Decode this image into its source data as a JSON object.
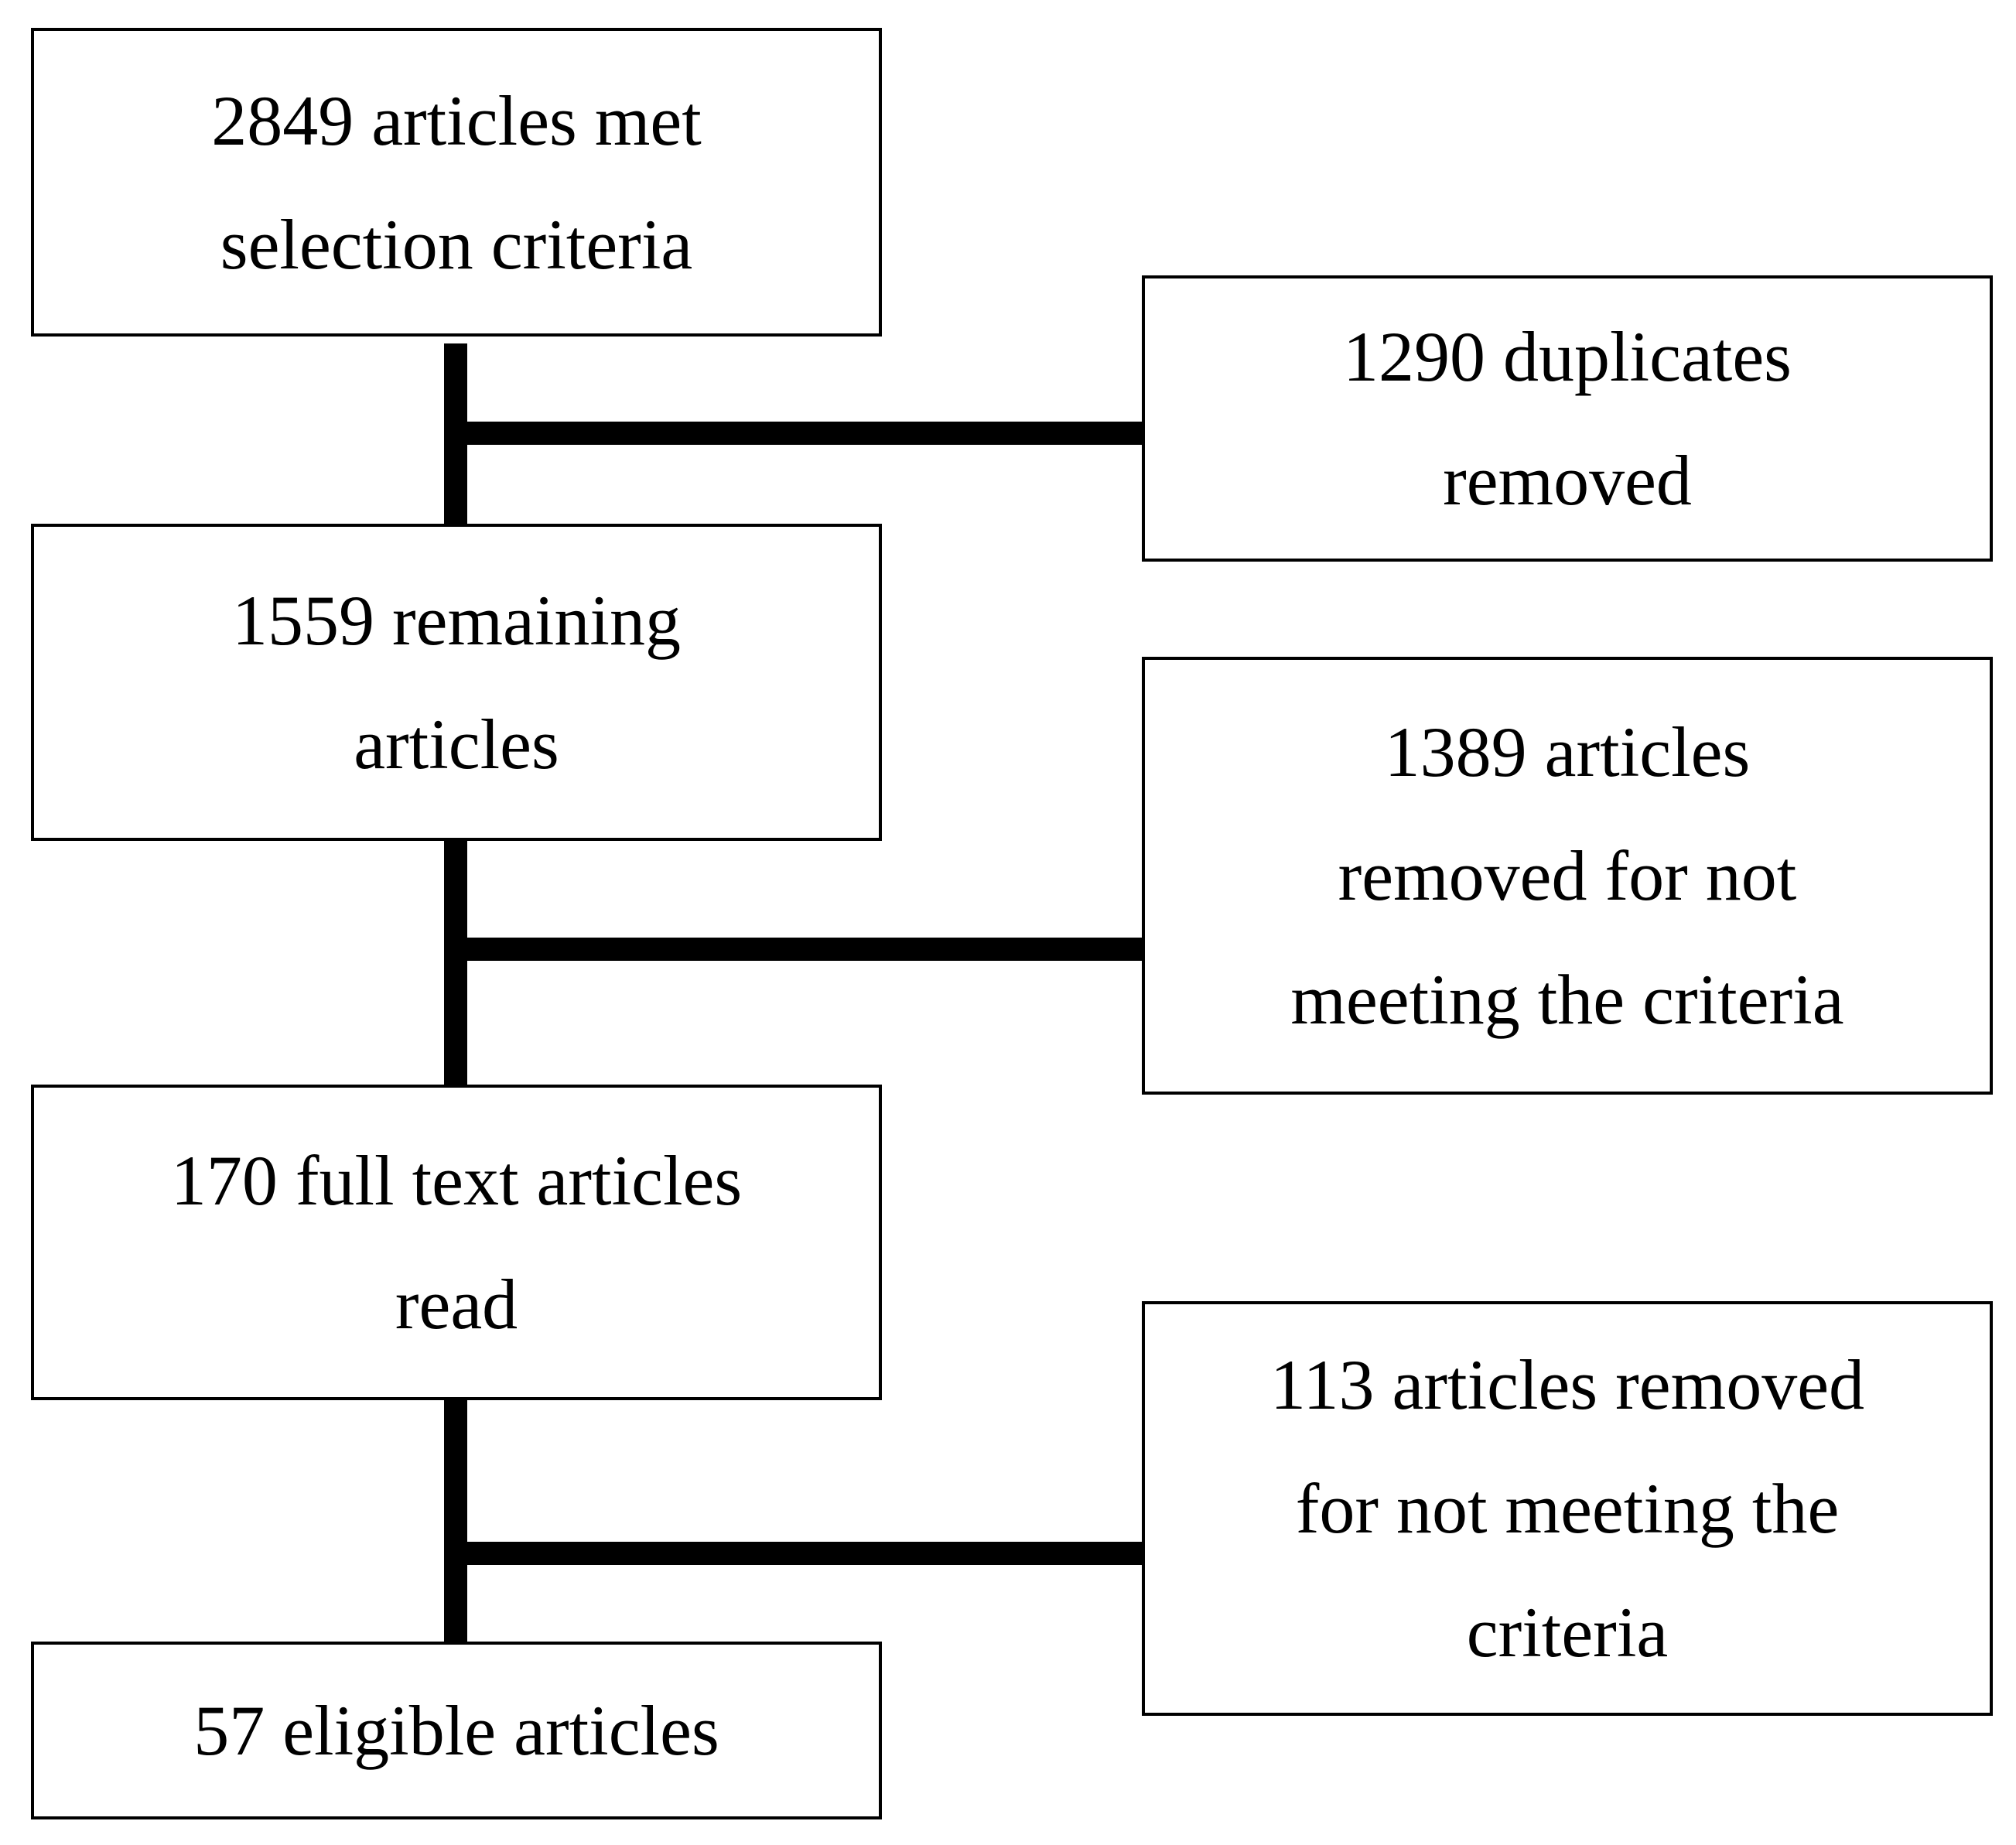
{
  "diagram": {
    "steps": [
      {
        "id": "identified",
        "text": "2849 articles met\nselection criteria"
      },
      {
        "id": "remaining",
        "text": "1559 remaining\narticles"
      },
      {
        "id": "fulltext",
        "text": "170 full text articles\nread"
      },
      {
        "id": "eligible",
        "text": "57 eligible articles"
      }
    ],
    "exclusions": [
      {
        "id": "duplicates",
        "text": "1290 duplicates\nremoved"
      },
      {
        "id": "screening",
        "text": "1389 articles\nremoved for not\nmeeting the criteria"
      },
      {
        "id": "fulltext-excluded",
        "text": "113 articles removed\nfor not meeting the\ncriteria"
      }
    ],
    "edges": [
      {
        "from": "identified",
        "to": "remaining"
      },
      {
        "from": "identified",
        "to": "duplicates"
      },
      {
        "from": "remaining",
        "to": "fulltext"
      },
      {
        "from": "remaining",
        "to": "screening"
      },
      {
        "from": "fulltext",
        "to": "eligible"
      },
      {
        "from": "fulltext",
        "to": "fulltext-excluded"
      }
    ],
    "colors": {
      "line": "#000000",
      "box_border": "#000000",
      "background": "#ffffff",
      "text": "#000000"
    }
  }
}
